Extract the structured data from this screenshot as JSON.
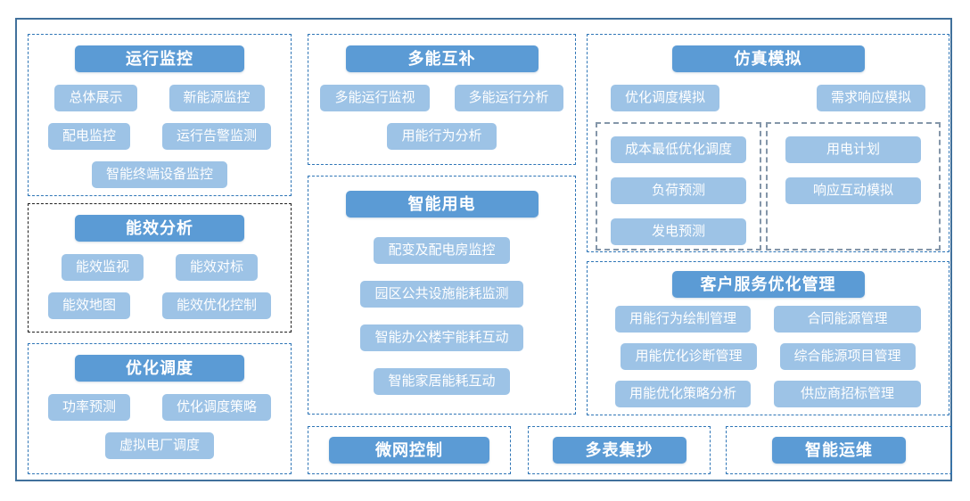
{
  "colors": {
    "header_bg": "#5b9bd5",
    "item_bg": "#9dc3e6",
    "text": "#ffffff",
    "dash_blue": "#2e75b6",
    "dash_black": "#1f1f1f",
    "dash_gray": "#8496a9",
    "outer_border": "#41719c"
  },
  "boxes": [
    {
      "key": "operation-monitoring",
      "title": "运行监控",
      "items": [
        "总体展示",
        "新能源监控",
        "配电监控",
        "运行告警监测",
        "智能终端设备监控"
      ]
    },
    {
      "key": "energy-efficiency-analysis",
      "title": "能效分析",
      "items": [
        "能效监视",
        "能效对标",
        "能效地图",
        "能效优化控制"
      ]
    },
    {
      "key": "optimal-dispatch",
      "title": "优化调度",
      "items": [
        "功率预测",
        "优化调度策略",
        "虚拟电厂调度"
      ]
    },
    {
      "key": "multi-energy-complementarity",
      "title": "多能互补",
      "items": [
        "多能运行监视",
        "多能运行分析",
        "用能行为分析"
      ]
    },
    {
      "key": "smart-power-use",
      "title": "智能用电",
      "items": [
        "配变及配电房监控",
        "园区公共设施能耗监测",
        "智能办公楼宇能耗互动",
        "智能家居能耗互动"
      ]
    },
    {
      "key": "simulation",
      "title": "仿真模拟",
      "items": [
        "优化调度模拟",
        "需求响应模拟"
      ],
      "subgroups": [
        {
          "items": [
            "成本最低优化调度",
            "负荷预测",
            "发电预测"
          ]
        },
        {
          "items": [
            "用电计划",
            "响应互动模拟"
          ]
        }
      ]
    },
    {
      "key": "customer-service-optimization",
      "title": "客户服务优化管理",
      "items": [
        "用能行为绘制管理",
        "合同能源管理",
        "用能优化诊断管理",
        "综合能源项目管理",
        "用能优化策略分析",
        "供应商招标管理"
      ]
    },
    {
      "key": "microgrid-control",
      "title": "微网控制",
      "items": []
    },
    {
      "key": "multi-meter-reading",
      "title": "多表集抄",
      "items": []
    },
    {
      "key": "smart-operation-maintenance",
      "title": "智能运维",
      "items": []
    }
  ]
}
